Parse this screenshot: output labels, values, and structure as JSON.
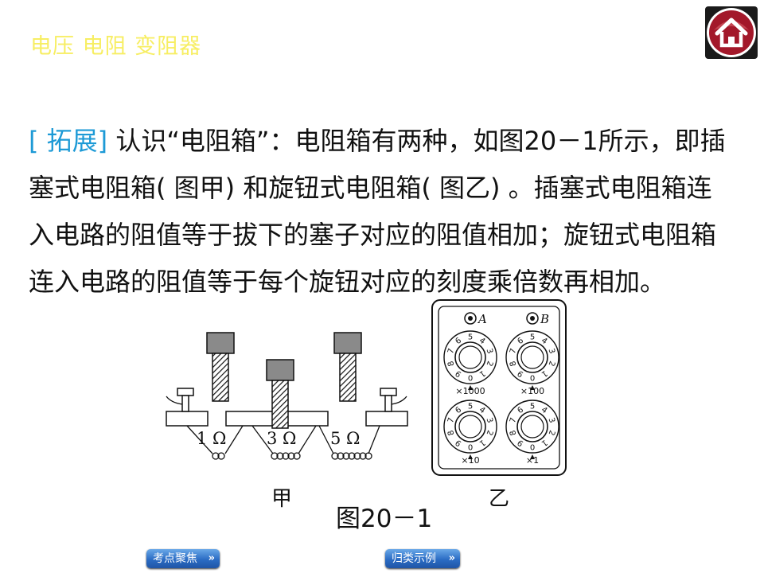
{
  "header": {
    "title": "电压 电阻 变阻器"
  },
  "content": {
    "tag": "[ 拓展]",
    "text": " 认识“电阻箱”：电阻箱有两种，如图20－1所示，即插塞式电阻箱( 图甲) 和旋钮式电阻箱( 图乙) 。插塞式电阻箱连入电路的阻值等于拔下的塞子对应的阻值相加；旋钮式电阻箱连入电路的阻值等于每个旋钮对应的刻度乘倍数再相加。"
  },
  "figure": {
    "plug_box": {
      "resistors": [
        "1 Ω",
        "3 Ω",
        "5 Ω"
      ],
      "caption": "甲"
    },
    "knob_box": {
      "terminals": [
        "A",
        "B"
      ],
      "multipliers": [
        "×1000",
        "×100",
        "×10",
        "×1"
      ],
      "dial_digits": [
        "0",
        "1",
        "2",
        "3",
        "4",
        "5",
        "6",
        "7",
        "8",
        "9"
      ],
      "caption": "乙"
    },
    "caption": "图20－1"
  },
  "nav": {
    "points_label": "考点聚焦",
    "examples_label": "归类示例",
    "arrow": "»"
  },
  "colors": {
    "title": "#f7ee63",
    "tag": "#1d9ad6",
    "home": "#a3182a",
    "nav": "#2b6cc4"
  }
}
